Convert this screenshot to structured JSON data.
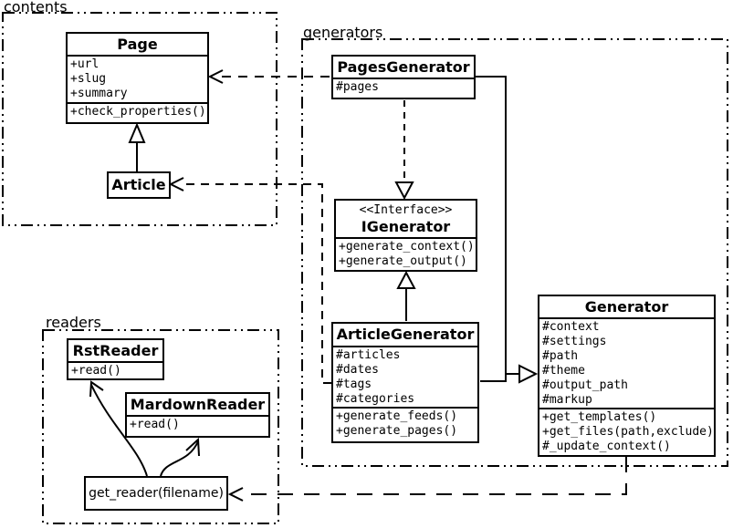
{
  "packages": {
    "contents": {
      "label": "contents"
    },
    "generators": {
      "label": "generators"
    },
    "readers": {
      "label": "readers"
    }
  },
  "classes": {
    "page": {
      "title": "Page",
      "attributes": [
        "+url",
        "+slug",
        "+summary"
      ],
      "methods": [
        "+check_properties()"
      ]
    },
    "article": {
      "title": "Article"
    },
    "pages_generator": {
      "title": "PagesGenerator",
      "attributes": [
        "#pages"
      ]
    },
    "igenerator": {
      "stereotype": "<<Interface>>",
      "title": "IGenerator",
      "methods": [
        "+generate_context()",
        "+generate_output()"
      ]
    },
    "article_generator": {
      "title": "ArticleGenerator",
      "attributes": [
        "#articles",
        "#dates",
        "#tags",
        "#categories"
      ],
      "methods": [
        "+generate_feeds()",
        "+generate_pages()"
      ]
    },
    "generator": {
      "title": "Generator",
      "attributes": [
        "#context",
        "#settings",
        "#path",
        "#theme",
        "#output_path",
        "#markup"
      ],
      "methods": [
        "+get_templates()",
        "+get_files(path,exclude)",
        "#_update_context()"
      ]
    },
    "rst_reader": {
      "title": "RstReader",
      "methods": [
        "+read()"
      ]
    },
    "mardown_reader": {
      "title": "MardownReader",
      "methods": [
        "+read()"
      ]
    },
    "get_reader": {
      "label": "get_reader(filename)"
    }
  },
  "connections": [
    {
      "from": "Article",
      "to": "Page",
      "type": "inheritance",
      "line": "solid"
    },
    {
      "from": "PagesGenerator",
      "to": "Page",
      "type": "dependency",
      "line": "dashed"
    },
    {
      "from": "PagesGenerator",
      "to": "IGenerator",
      "type": "realization",
      "line": "dashed"
    },
    {
      "from": "PagesGenerator",
      "to": "Generator",
      "type": "inheritance",
      "line": "solid"
    },
    {
      "from": "ArticleGenerator",
      "to": "IGenerator",
      "type": "realization",
      "line": "solid"
    },
    {
      "from": "ArticleGenerator",
      "to": "Article",
      "type": "dependency",
      "line": "dashed"
    },
    {
      "from": "ArticleGenerator",
      "to": "Generator",
      "type": "inheritance",
      "line": "solid"
    },
    {
      "from": "Generator",
      "to": "get_reader(filename)",
      "type": "dependency",
      "line": "dashed"
    },
    {
      "from": "get_reader(filename)",
      "to": "RstReader",
      "type": "call-arrow",
      "line": "curved"
    },
    {
      "from": "get_reader(filename)",
      "to": "MardownReader",
      "type": "call-arrow",
      "line": "curved"
    }
  ],
  "colors": {
    "line": "#000000",
    "background": "#ffffff",
    "box_fill": "#ffffff"
  }
}
